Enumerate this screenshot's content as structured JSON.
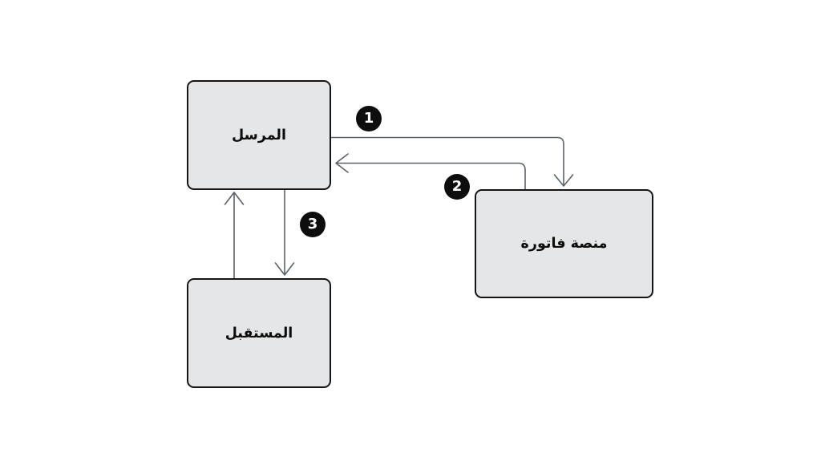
{
  "diagram": {
    "type": "flow-diagram",
    "direction": "rtl",
    "nodes": {
      "sender": {
        "label": "المرسل"
      },
      "platform": {
        "label": "منصة فاتورة"
      },
      "receiver": {
        "label": "المستقبل"
      }
    },
    "badges": {
      "b1": "1",
      "b2": "2",
      "b3": "3"
    },
    "edges": [
      {
        "step": "1",
        "from": "sender",
        "to": "platform",
        "style": "elbow-right-down"
      },
      {
        "step": "2",
        "from": "platform",
        "to": "sender",
        "style": "elbow-up-left"
      },
      {
        "step": "3",
        "from": "sender",
        "to": "receiver",
        "style": "vertical-down"
      },
      {
        "step": "3",
        "from": "receiver",
        "to": "sender",
        "style": "vertical-up"
      }
    ],
    "colors": {
      "node_fill": "#e4e6e8",
      "node_border": "#151515",
      "arrow": "#5c6269",
      "badge_bg": "#0d0d0d",
      "badge_text": "#ffffff",
      "background": "#ffffff"
    }
  }
}
